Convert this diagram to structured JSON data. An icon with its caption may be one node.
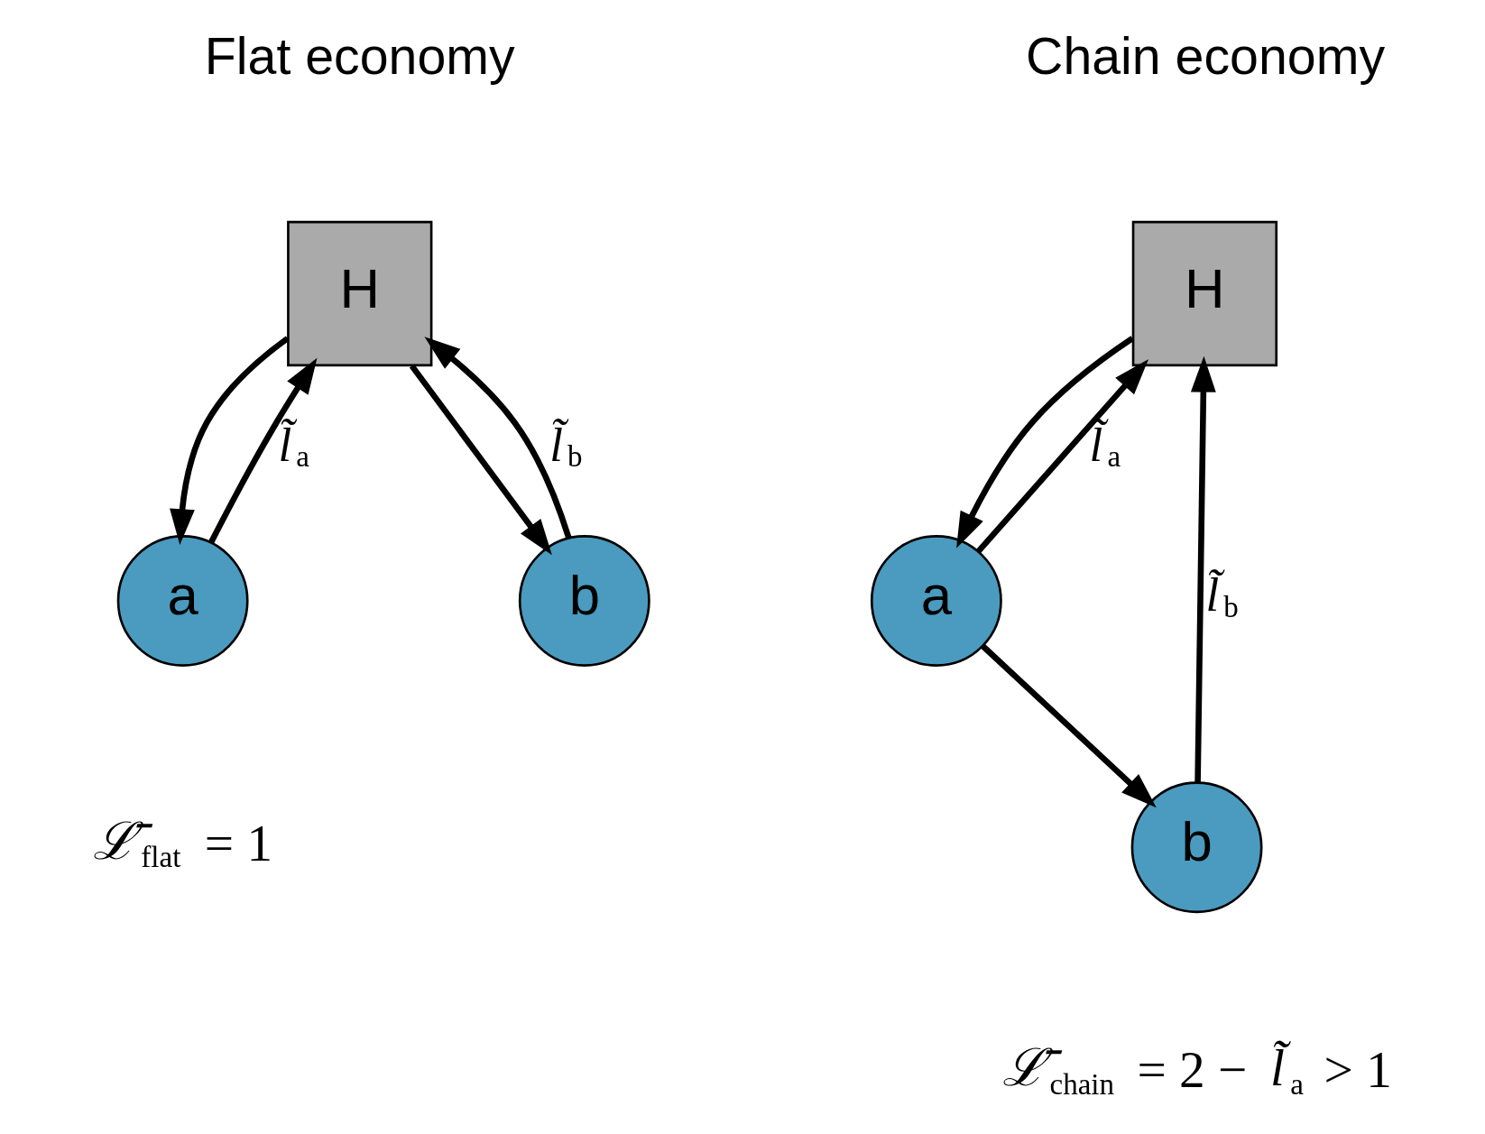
{
  "diagram": {
    "nodes": [
      {
        "text": [
          "H"
        ]
      },
      {
        "text": [
          "a"
        ]
      },
      {
        "text": [
          "b"
        ]
      },
      {
        "text": [
          "H"
        ]
      },
      {
        "text": [
          "a"
        ]
      },
      {
        "text": [
          "b"
        ]
      }
    ],
    "edges": [
      {
        "from": 1,
        "to": 0,
        "arrow": "to",
        "label": "*l̃*$_{a}$"
      },
      {
        "from": 0,
        "to": 1,
        "arrow": "to"
      },
      {
        "from": 0,
        "to": 2,
        "arrow": "to"
      },
      {
        "from": 2,
        "to": 0,
        "arrow": "to",
        "label": "*l̃*$_{b}$"
      },
      {
        "from": 4,
        "to": 3,
        "arrow": "to",
        "label": "*l̃*$_{a}$"
      },
      {
        "from": 3,
        "to": 4,
        "arrow": "to"
      },
      {
        "from": 4,
        "to": 5,
        "arrow": "to"
      },
      {
        "from": 5,
        "to": 3,
        "arrow": "to",
        "label": "*l̃*$_{b}$"
      }
    ],
    "labels": [
      "Chain economy",
      "Flat economy",
      "*ℒ̄*$_{flat}$ = 1",
      "*ℒ̄*$_{chain}$ = 2 − *l̃*$_{a}$ > 1"
    ]
  }
}
